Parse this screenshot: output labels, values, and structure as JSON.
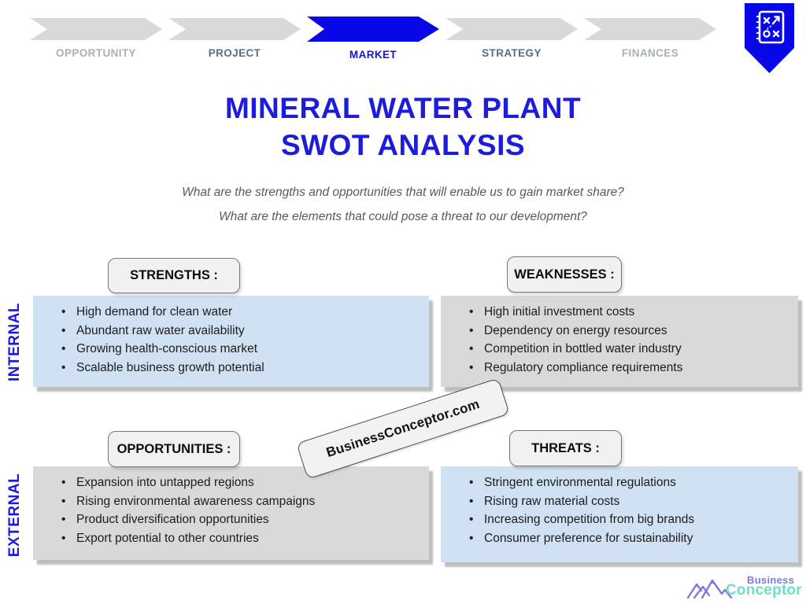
{
  "process_bar": {
    "steps": [
      {
        "label": "OPPORTUNITY",
        "active": false
      },
      {
        "label": "PROJECT",
        "active": false
      },
      {
        "label": "MARKET",
        "active": true
      },
      {
        "label": "STRATEGY",
        "active": false
      },
      {
        "label": "FINANCES",
        "active": false
      }
    ]
  },
  "badge": {
    "icon": "strategy-playbook-icon"
  },
  "title": {
    "line1": "MINERAL WATER PLANT",
    "line2": "SWOT ANALYSIS"
  },
  "subtitle": {
    "line1": "What are the strengths and opportunities that will enable us to gain market share?",
    "line2": "What are the elements that could pose a threat to our development?"
  },
  "row_labels": {
    "internal": "INTERNAL",
    "external": "EXTERNAL"
  },
  "quadrants": {
    "strengths": {
      "header": "STRENGTHS :",
      "items": [
        "High demand for clean water",
        "Abundant raw water availability",
        "Growing health-conscious market",
        "Scalable business growth potential"
      ]
    },
    "weaknesses": {
      "header": "WEAKNESSES :",
      "items": [
        "High initial investment costs",
        "Dependency on energy resources",
        "Competition in bottled water industry",
        "Regulatory compliance requirements"
      ]
    },
    "opportunities": {
      "header": "OPPORTUNITIES :",
      "items": [
        "Expansion into untapped regions",
        "Rising environmental awareness campaigns",
        "Product diversification opportunities",
        "Export potential to other countries"
      ]
    },
    "threats": {
      "header": "THREATS :",
      "items": [
        "Stringent environmental regulations",
        "Rising raw material costs",
        "Increasing competition from big brands",
        "Consumer preference for sustainability"
      ]
    }
  },
  "watermark": {
    "text": "BusinessConceptor.com"
  },
  "logo": {
    "line1": "Business",
    "line2": "Conceptor",
    "icon": "mountain-logo-icon"
  },
  "colors": {
    "accent_blue": "#1c1cdd",
    "active_chevron_blue": "#0707e8",
    "chevron_gray": "#d9d9d9",
    "panel_blue": "#cfe1f2",
    "panel_gray": "#d9d9d9",
    "step_label_near": "#51708f",
    "step_label_far": "#a9b0bc",
    "subtitle_gray": "#595959",
    "logo_periwinkle": "#7b7be0",
    "logo_mint": "#6fdfc3"
  }
}
